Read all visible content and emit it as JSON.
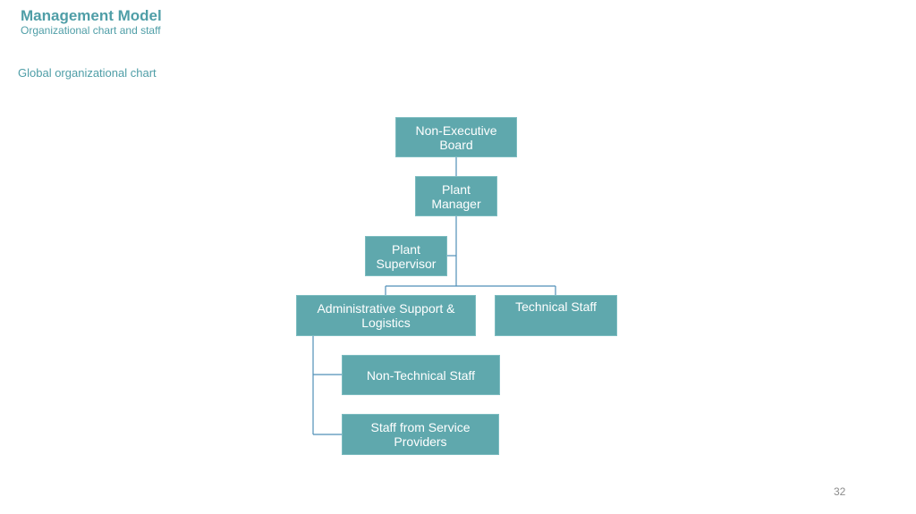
{
  "header": {
    "title": "Management Model",
    "subtitle": "Organizational chart and staff"
  },
  "section": {
    "label": "Global organizational chart"
  },
  "org_chart": {
    "nodes": {
      "non_executive_board": "Non-Executive Board",
      "plant_manager": "Plant Manager",
      "plant_supervisor": "Plant Supervisor",
      "admin_support": "Administrative Support & Logistics",
      "technical_staff": "Technical Staff",
      "non_technical_staff": "Non-Technical Staff",
      "service_providers_staff": "Staff from Service Providers"
    },
    "colors": {
      "box_fill": "#5fa8ad",
      "connector": "#4f8fb8",
      "text": "#ffffff"
    }
  },
  "footer": {
    "page_number": "32"
  }
}
